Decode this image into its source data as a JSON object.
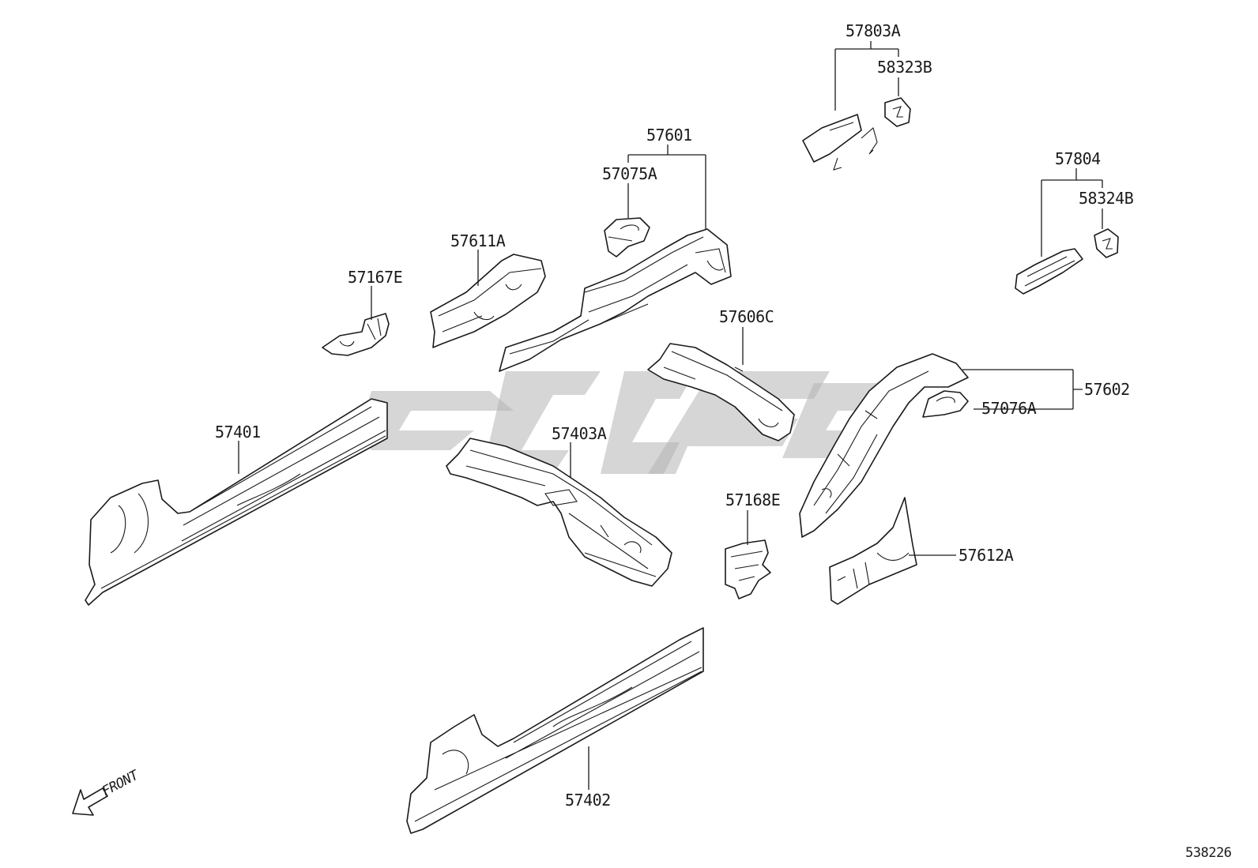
{
  "diagram": {
    "parts": {
      "p57803A": "57803A",
      "p58323B": "58323B",
      "p57601": "57601",
      "p57075A": "57075A",
      "p57804": "57804",
      "p58324B": "58324B",
      "p57611A": "57611A",
      "p57167E": "57167E",
      "p57606C": "57606C",
      "p57602": "57602",
      "p57076A": "57076A",
      "p57401": "57401",
      "p57403A": "57403A",
      "p57168E": "57168E",
      "p57612A": "57612A",
      "p57402": "57402"
    },
    "front_label": "FRONT",
    "drawing_number": "538226"
  },
  "colors": {
    "line": "#1a1a1a",
    "watermark": "#b5b5b5",
    "background": "#ffffff"
  },
  "icons": {
    "direction": "front-arrow-icon"
  }
}
